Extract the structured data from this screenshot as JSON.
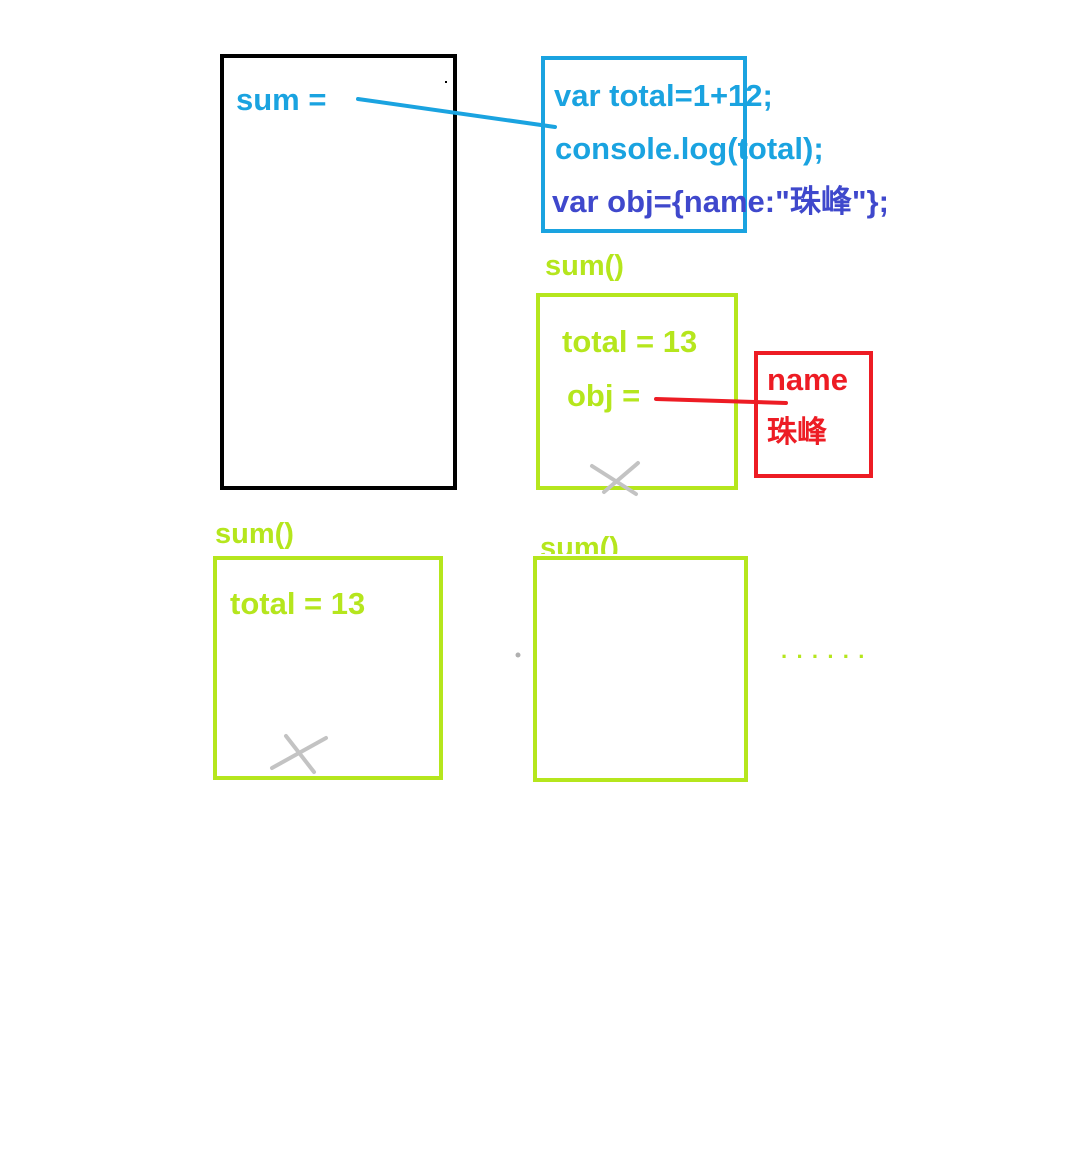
{
  "global_scope": {
    "sum_label": "sum ="
  },
  "code_block": {
    "line1": "var total=1+12;",
    "line2": "console.log(total);",
    "line3": "var obj={name:\"珠峰\"};"
  },
  "call_top_right": {
    "title": "sum()",
    "total_line": "total = 13",
    "obj_line": "obj ="
  },
  "object_heap": {
    "key": "name",
    "value": "珠峰"
  },
  "call_bottom_left": {
    "title": "sum()",
    "total_line": "total = 13"
  },
  "call_bottom_right": {
    "title": "sum()"
  },
  "ellipsis": "· · · · · ·",
  "colors": {
    "global": "#000000",
    "code": "#1aa3e0",
    "code_obj_line": "#3f48cc",
    "call_scope": "#b5e61d",
    "heap": "#ed1c24",
    "destroyed_mark": "#c3c3c3"
  },
  "icons": [
    "destroyed-x-icon"
  ]
}
